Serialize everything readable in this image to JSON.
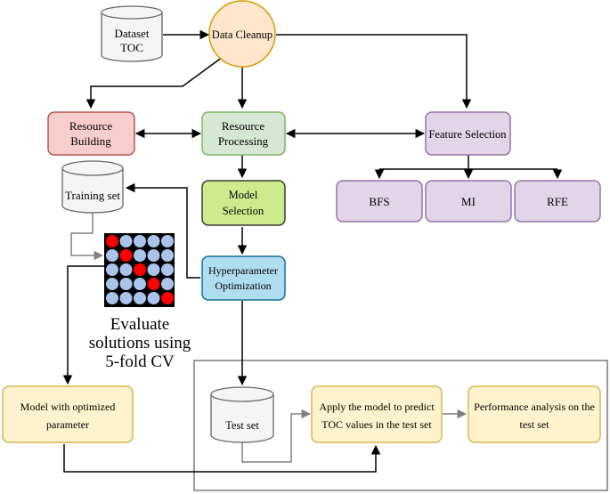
{
  "nodes": {
    "dataset": {
      "line1": "Dataset",
      "line2": "TOC"
    },
    "data_cleanup": {
      "label": "Data Cleanup"
    },
    "resource_building": {
      "line1": "Resource",
      "line2": "Building"
    },
    "resource_processing": {
      "line1": "Resource",
      "line2": "Processing"
    },
    "feature_selection": {
      "label": "Feature Selection"
    },
    "bfs": {
      "label": "BFS"
    },
    "mi": {
      "label": "MI"
    },
    "rfe": {
      "label": "RFE"
    },
    "training_set": {
      "label": "Training set"
    },
    "model_selection": {
      "line1": "Model",
      "line2": "Selection"
    },
    "hyperparameter_optimization": {
      "line1": "Hyperparameter",
      "line2": "Optimization"
    },
    "cv_caption": {
      "line1": "Evaluate",
      "line2": "solutions using",
      "line3": "5-fold CV"
    },
    "model_optimized": {
      "line1": "Model with optimized",
      "line2": "parameter"
    },
    "test_set": {
      "label": "Test set"
    },
    "apply_model": {
      "line1": "Apply the model to predict",
      "line2": "TOC values in the test set"
    },
    "performance_analysis": {
      "line1": "Performance analysis on the",
      "line2": "test set"
    }
  },
  "cv_grid": {
    "rows": 5,
    "cols": 5,
    "highlight": [
      [
        0,
        0
      ],
      [
        1,
        1
      ],
      [
        2,
        2
      ],
      [
        3,
        3
      ],
      [
        4,
        4
      ]
    ],
    "highlight_color": "#ff0000",
    "cell_color": "#a9c4eb"
  },
  "colors": {
    "cylinder_fill": "#f5f5f5",
    "cylinder_stroke": "#666666",
    "cleanup_fill": "#ffe6cc",
    "cleanup_stroke": "#d79b00",
    "red_fill": "#f8cecc",
    "red_stroke": "#b85450",
    "green_fill": "#d5e8d4",
    "green_stroke": "#82b366",
    "purple_fill": "#e1d5e7",
    "purple_stroke": "#9673a6",
    "model_sel_fill": "#cdeb8b",
    "model_sel_stroke": "#36393d",
    "blue_fill": "#b1ddf0",
    "blue_stroke": "#10739e",
    "yellow_fill": "#fff2cc",
    "yellow_stroke": "#d6b656"
  }
}
